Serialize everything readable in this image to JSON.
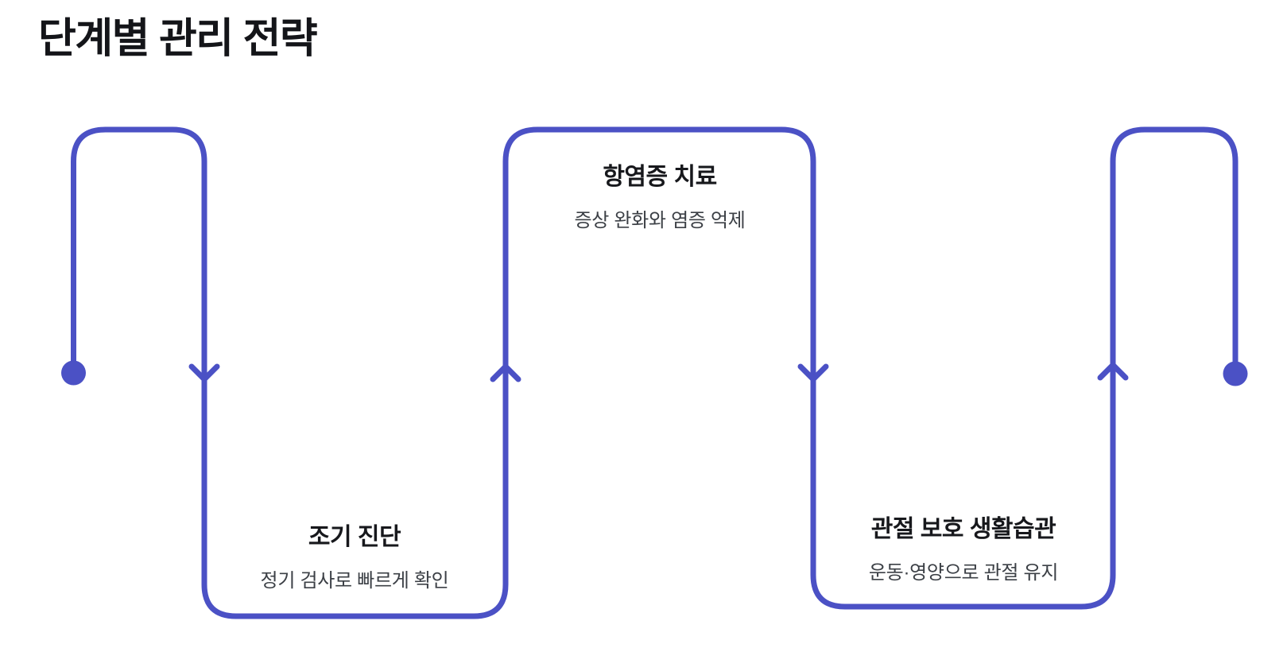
{
  "page": {
    "title": "단계별 관리 전략"
  },
  "colors": {
    "accent": "#4b51c5",
    "title": "#141519",
    "stage_title": "#17181c",
    "stage_subtitle": "#3c4046",
    "background": "#ffffff"
  },
  "stages": [
    {
      "title": "조기 진단",
      "subtitle": "정기 검사로 빠르게 확인"
    },
    {
      "title": "항염증 치료",
      "subtitle": "증상 완화와 염증 억제"
    },
    {
      "title": "관절 보호 생활습관",
      "subtitle": "운동·영양으로 관절 유지"
    }
  ]
}
